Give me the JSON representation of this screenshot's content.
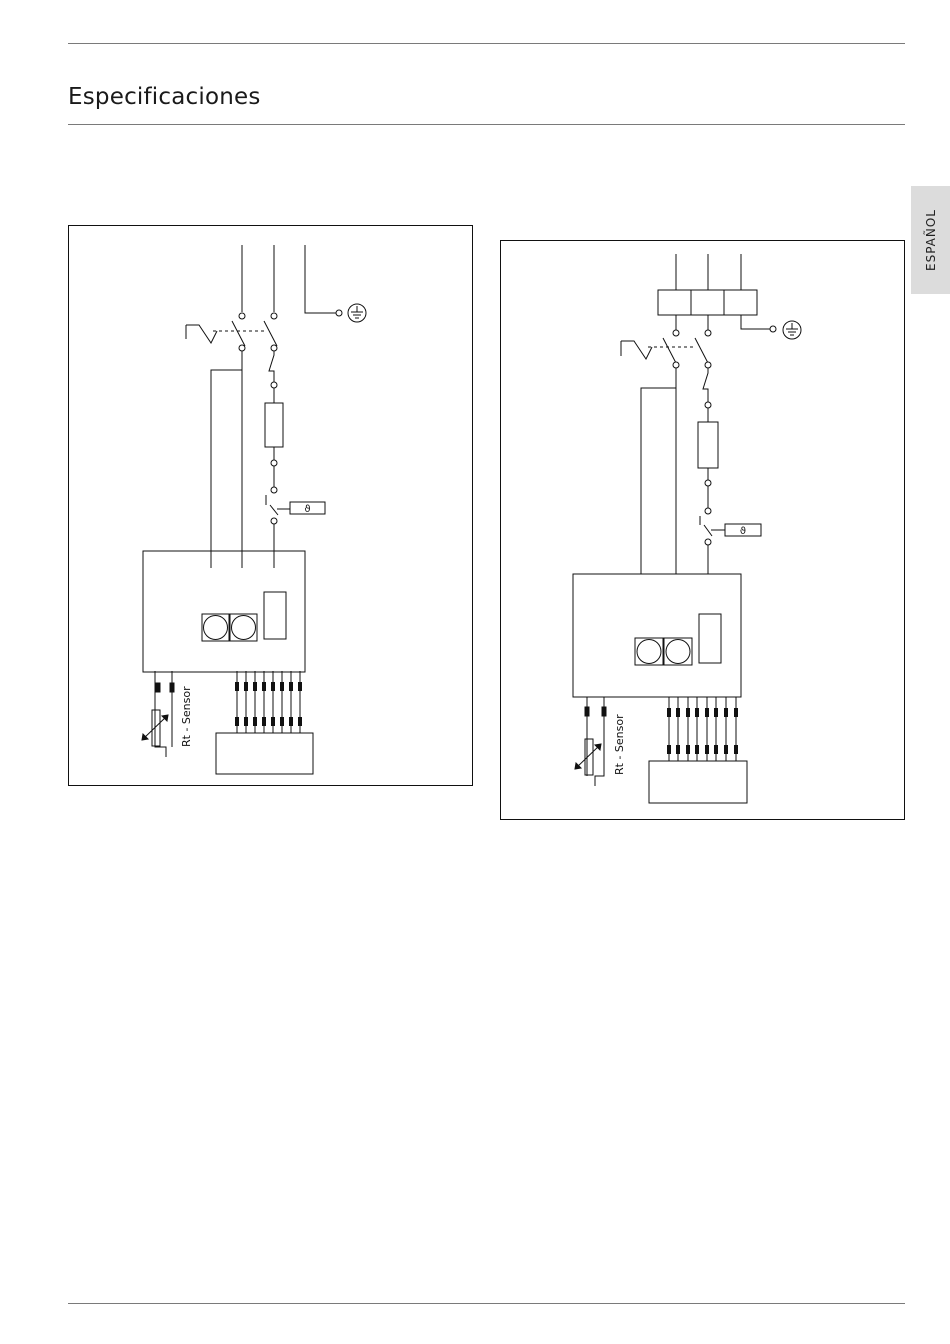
{
  "page": {
    "title": "Especificaciones",
    "language_tab": "ESPAÑOL"
  },
  "diagrams": [
    {
      "sensor_label": "Rt - Sensor",
      "variant": "direct-switch"
    },
    {
      "sensor_label": "Rt - Sensor",
      "variant": "terminal-block"
    }
  ],
  "symbols": {
    "thermostat": "ϑ",
    "ground_icon": "earth-ground-icon"
  }
}
